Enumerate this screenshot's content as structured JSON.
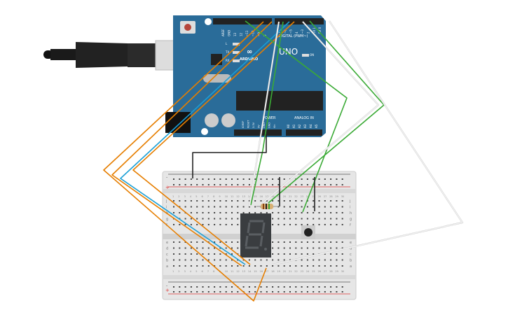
{
  "arduino": {
    "brand": "ARDUINO",
    "model": "UNO",
    "digital_label": "DIGITAL (PWM~)",
    "power_label": "POWER",
    "analog_label": "ANALOG IN",
    "on_label": "ON",
    "led_labels": [
      "L",
      "TX",
      "RX"
    ],
    "top_pins_left": [
      "AREF",
      "GND",
      "13",
      "12",
      "~11",
      "~10",
      "~9",
      "8"
    ],
    "top_pins_right": [
      "7",
      "~6",
      "~5",
      "4",
      "~3",
      "2",
      "TX 1",
      "RX 0"
    ],
    "power_pins": [
      "IOREF",
      "RESET",
      "3.3V",
      "5V",
      "GND",
      "GND",
      "Vin"
    ],
    "analog_pins": [
      "A0",
      "A1",
      "A2",
      "A3",
      "A4",
      "A5"
    ],
    "board_color": "#2a6c99"
  },
  "breadboard": {
    "row_letters_top": [
      "j",
      "i",
      "h",
      "g",
      "f"
    ],
    "row_letters_bottom": [
      "e",
      "d",
      "c",
      "b",
      "a"
    ],
    "rail_minus": "-",
    "rail_plus": "+",
    "columns": 30
  },
  "wire_colors": {
    "orange": "#e67e00",
    "blue": "#1a9fd6",
    "green": "#3aaa35",
    "white": "#f2f2f2",
    "black": "#222222"
  }
}
